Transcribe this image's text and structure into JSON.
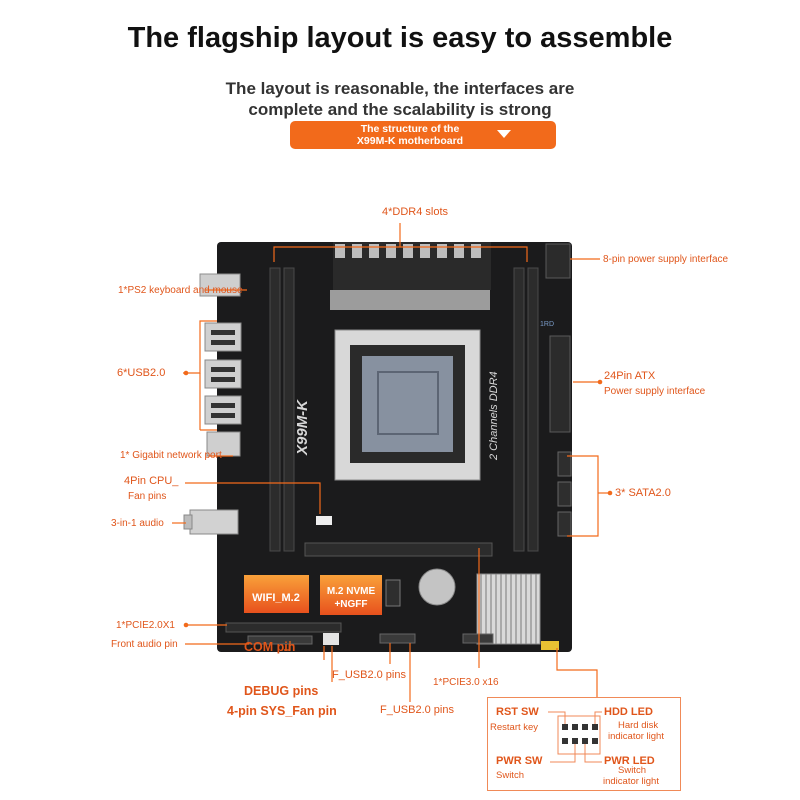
{
  "header": {
    "title": "The flagship layout is easy to assemble",
    "subtitle_line1": "The layout is reasonable, the interfaces are",
    "subtitle_line2": "complete and the scalability is strong",
    "banner_line1": "The structure of the",
    "banner_line2": "X99M-K motherboard"
  },
  "board": {
    "model_print": "X99M-K",
    "ddr_print": "2 Channels DDR4",
    "wifi_slot_label": "WIFI_M.2",
    "m2_slot_line1": "M.2 NVME",
    "m2_slot_line2": "+NGFF",
    "bios_print": "1RD",
    "pcb_color": "#1b1b1c",
    "accent_color": "#f26a1b"
  },
  "callouts": {
    "ddr4": "4*DDR4 slots",
    "power8": "8-pin power supply interface",
    "ps2": "1*PS2 keyboard and mouse",
    "usb": "6*USB2.0",
    "atx_line1": "24Pin ATX",
    "atx_line2": "Power supply interface",
    "lan": "1* Gigabit network port",
    "cpufan_line1": "4Pin CPU_",
    "cpufan_line2": "Fan pins",
    "sata": "3* SATA2.0",
    "audio": "3-in-1 audio",
    "pcie1": "1*PCIE2.0X1",
    "front_audio": "Front audio pin",
    "com": "COM pin",
    "debug": "DEBUG pins",
    "sysfan": "4-pin SYS_Fan pin",
    "fusb1": "F_USB2.0 pins",
    "fusb2": "F_USB2.0 pins",
    "pcie16": "1*PCIE3.0 x16"
  },
  "legend": {
    "rst_sw": "RST SW",
    "restart": "Restart key",
    "hdd_led": "HDD LED",
    "hdd_line1": "Hard disk",
    "hdd_line2": "indicator light",
    "pwr_sw": "PWR SW",
    "switch": "Switch",
    "pwr_led": "PWR LED",
    "pwr_led_line1": "Switch",
    "pwr_led_line2": "indicator light"
  }
}
